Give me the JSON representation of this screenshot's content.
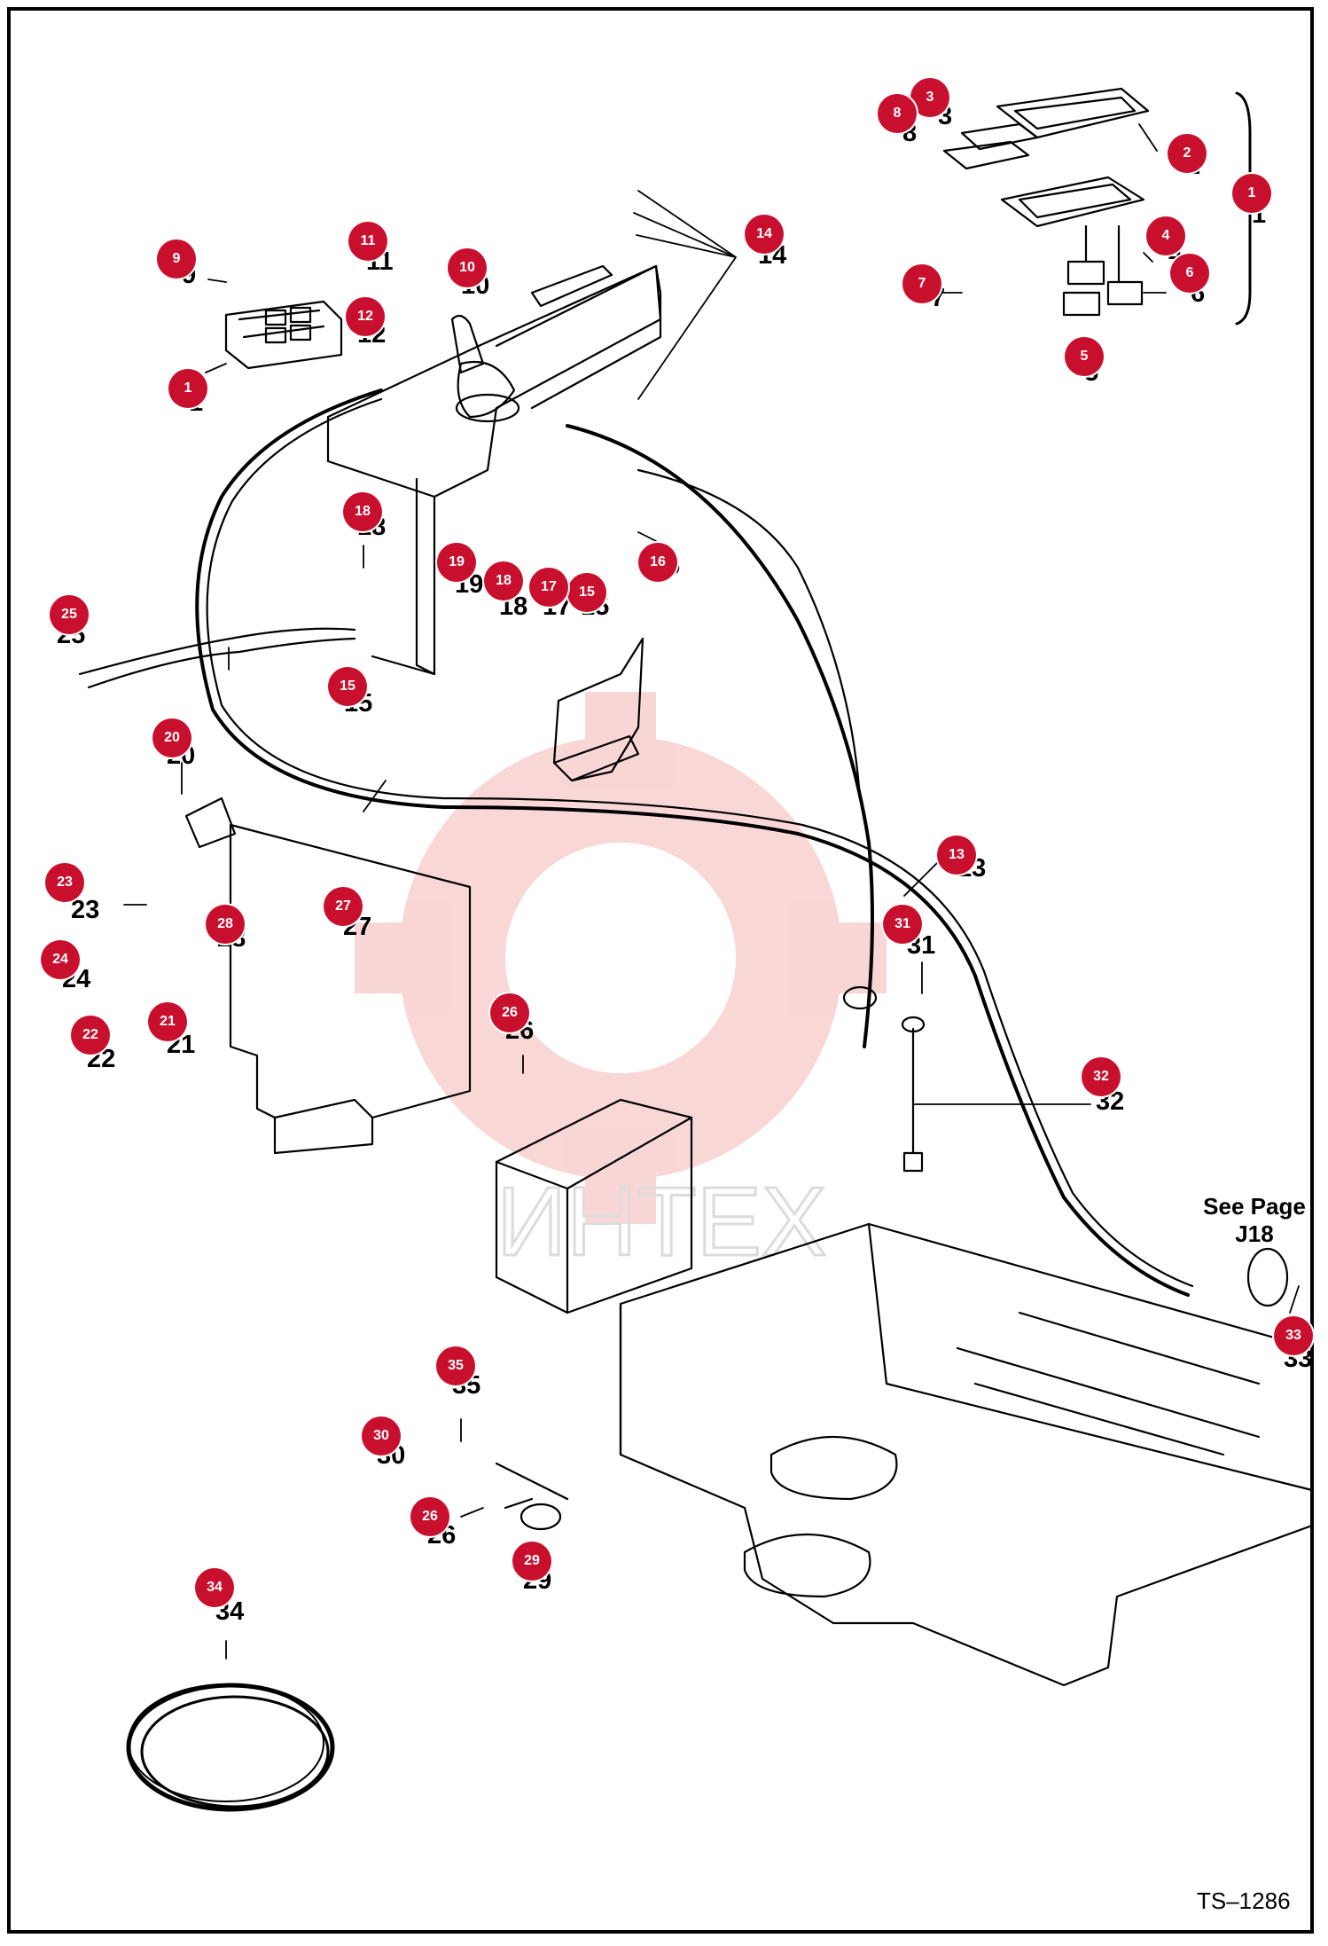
{
  "diagram": {
    "see_page_note": "See Page\nJ18",
    "document_id": "TS–1286",
    "watermark_text": "ИНТЕХ",
    "badge_color": "#c8102e",
    "callouts": [
      {
        "id": "c1a",
        "text": "1"
      },
      {
        "id": "c1b",
        "text": "1"
      },
      {
        "id": "c2",
        "text": "2"
      },
      {
        "id": "c3",
        "text": "3"
      },
      {
        "id": "c4",
        "text": "4"
      },
      {
        "id": "c5",
        "text": "5"
      },
      {
        "id": "c6",
        "text": "6"
      },
      {
        "id": "c7",
        "text": "7"
      },
      {
        "id": "c8",
        "text": "8"
      },
      {
        "id": "c9",
        "text": "9"
      },
      {
        "id": "c10",
        "text": "10"
      },
      {
        "id": "c11",
        "text": "11"
      },
      {
        "id": "c12",
        "text": "12"
      },
      {
        "id": "c13",
        "text": "13"
      },
      {
        "id": "c14",
        "text": "14"
      },
      {
        "id": "c15a",
        "text": "15"
      },
      {
        "id": "c15b",
        "text": "15"
      },
      {
        "id": "c16",
        "text": "16"
      },
      {
        "id": "c17",
        "text": "17"
      },
      {
        "id": "c18a",
        "text": "18"
      },
      {
        "id": "c18b",
        "text": "18"
      },
      {
        "id": "c19",
        "text": "19"
      },
      {
        "id": "c20",
        "text": "20"
      },
      {
        "id": "c21",
        "text": "21"
      },
      {
        "id": "c22",
        "text": "22"
      },
      {
        "id": "c23",
        "text": "23"
      },
      {
        "id": "c24",
        "text": "24"
      },
      {
        "id": "c25",
        "text": "25"
      },
      {
        "id": "c26a",
        "text": "26"
      },
      {
        "id": "c26b",
        "text": "26"
      },
      {
        "id": "c27",
        "text": "27"
      },
      {
        "id": "c28",
        "text": "28"
      },
      {
        "id": "c29",
        "text": "29"
      },
      {
        "id": "c30",
        "text": "30"
      },
      {
        "id": "c31",
        "text": "31"
      },
      {
        "id": "c32",
        "text": "32"
      },
      {
        "id": "c33",
        "text": "33"
      },
      {
        "id": "c34",
        "text": "34"
      },
      {
        "id": "c35",
        "text": "35"
      }
    ]
  }
}
